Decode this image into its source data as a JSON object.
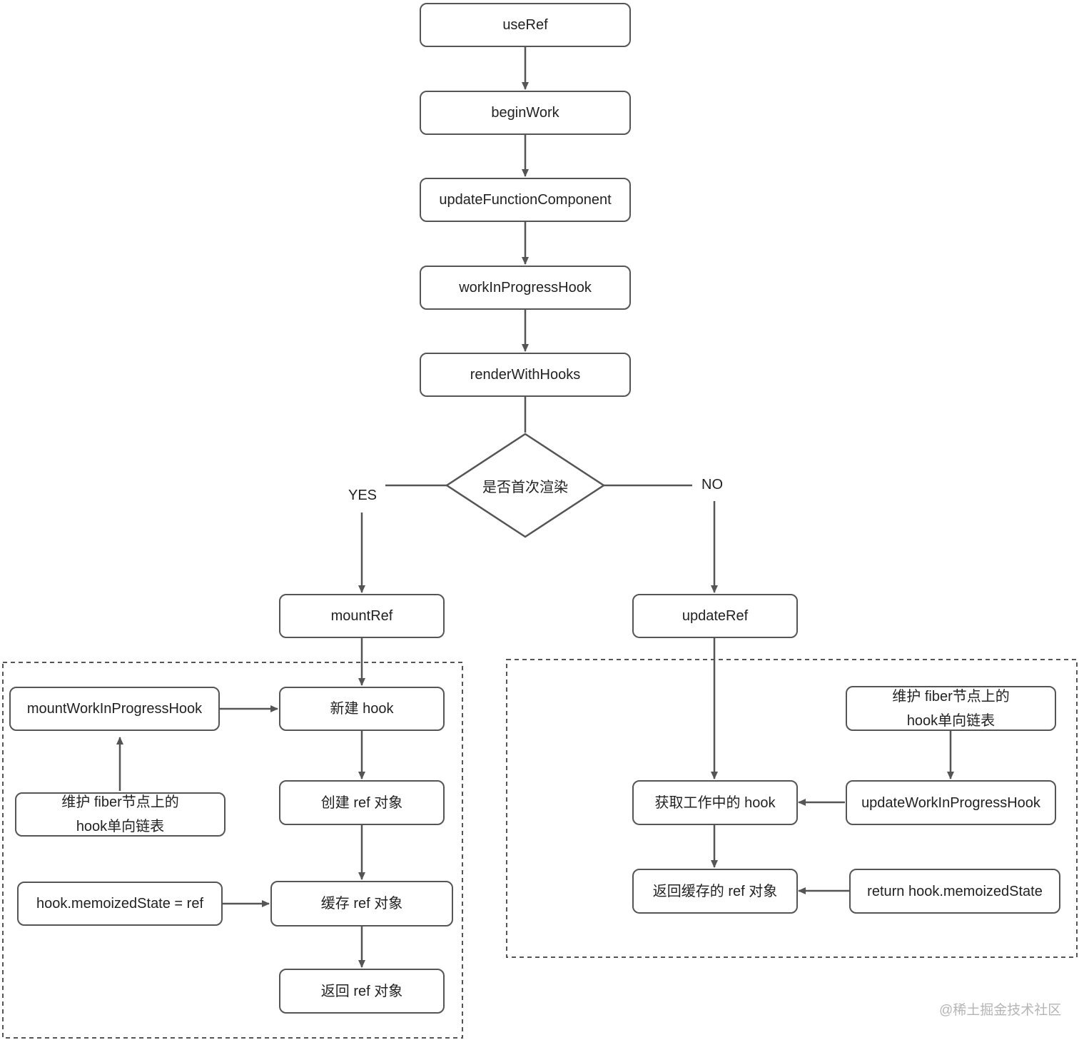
{
  "nodes": {
    "useRef": "useRef",
    "beginWork": "beginWork",
    "updateFunctionComponent": "updateFunctionComponent",
    "workInProgressHook": "workInProgressHook",
    "renderWithHooks": "renderWithHooks",
    "decision": "是否首次渲染",
    "mountRef": "mountRef",
    "updateRef": "updateRef",
    "newHook": "新建 hook",
    "createRef": "创建 ref 对象",
    "cacheRef": "缓存 ref 对象",
    "returnRef": "返回 ref 对象",
    "mountWIP": "mountWorkInProgressHook",
    "maintainMount": [
      "维护 fiber节点上的",
      "hook单向链表"
    ],
    "memoAssign": "hook.memoizedState = ref",
    "getHook": "获取工作中的 hook",
    "returnCached": "返回缓存的 ref 对象",
    "updateWIP": "updateWorkInProgressHook",
    "maintainUpdate": [
      "维护 fiber节点上的",
      "hook单向链表"
    ],
    "returnMemo": "return hook.memoizedState"
  },
  "branch_labels": {
    "yes": "YES",
    "no": "NO"
  },
  "watermark": "@稀土掘金技术社区",
  "colors": {
    "stroke": "#555555",
    "text": "#222222",
    "watermark": "#b5b5b5"
  }
}
